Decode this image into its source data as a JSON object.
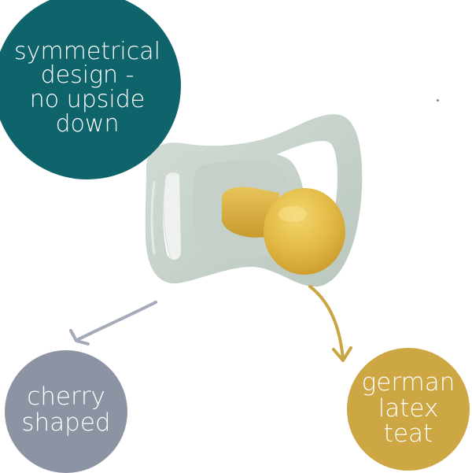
{
  "callouts": {
    "design": {
      "text": "symmetrical\ndesign -\nno upside\ndown",
      "color": "#0F636A"
    },
    "shape": {
      "text": "cherry\nshaped",
      "color": "#8C93A3"
    },
    "teat": {
      "text": "german\nlatex\nteat",
      "color": "#CDA744"
    }
  },
  "product": {
    "shield_color": "#C9D5CD",
    "teat_color": "#E2BA45"
  },
  "icons": {
    "shape_arrow": "curved-arrow-down-left-icon",
    "teat_arrow": "curved-arrow-down-right-icon"
  }
}
